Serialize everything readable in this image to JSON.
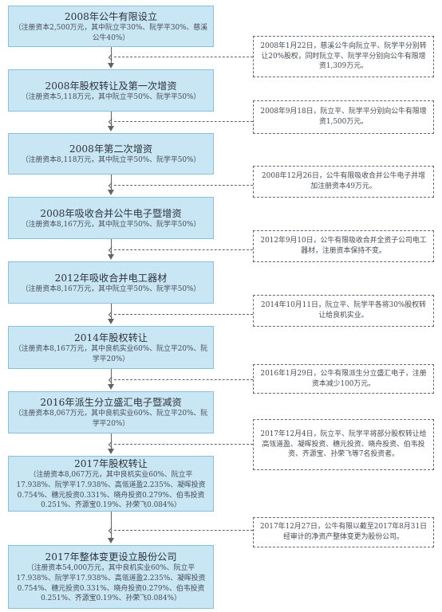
{
  "stages": [
    {
      "title": "2008年公牛有限设立",
      "sub": "（注册资本2,500万元，其中阮立平30%、阮学平30%、慈溪公牛40%）"
    },
    {
      "title": "2008年股权转让及第一次增资",
      "sub": "（注册资本5,118万元，其中阮立平50%、阮学平50%）"
    },
    {
      "title": "2008年第二次增资",
      "sub": "（注册资本8,118万元，其中阮立平50%、阮学平50%）"
    },
    {
      "title": "2008年吸收合并公牛电子暨增资",
      "sub": "（注册资本8,167万元，其中阮立平50%、阮学平50%）"
    },
    {
      "title": "2012年吸收合并电工器材",
      "sub": "（注册资本8,167万元，其中阮立平50%、阮学平50%）"
    },
    {
      "title": "2014年股权转让",
      "sub": "（注册资本8,167万元，其中良机实业60%、阮立平20%、阮学平20%）"
    },
    {
      "title": "2016年派生分立盛汇电子暨减资",
      "sub": "（注册资本8,067万元，其中良机实业60%、阮立平20%、阮学平20%）"
    },
    {
      "title": "2017年股权转让",
      "sub": "（注册资本8,067万元，其中良机实业60%、阮立平17.938%、阮学平17.938%、高瓴道盈2.235%、凝晖投资0.754%、穗元投资0.331%、晓舟投资0.279%、伯韦投资0.251%、齐源宝0.19%、孙荣飞0.084%）"
    },
    {
      "title": "2017年整体变更设立股份公司",
      "sub": "（注册资本54,000万元，其中良机实业60%、阮立平17.938%、阮学平17.938%、高瓴道盈2.235%、凝晖投资0.754%、穗元投资0.331%、晓舟投资0.279%、伯韦投资0.251%、齐源宝0.19%、孙荣飞0.084%）"
    }
  ],
  "notes": [
    "2008年1月22日，慈溪公牛向阮立平、阮学平分别转让20%股权，同时阮立平、阮学平分别向公牛有限增资1,309万元。",
    "2008年9月18日，阮立平、阮学平分别向公牛有限增资1,500万元。",
    "2008年12月26日，公牛有限吸收合并公牛电子并增加注册资本49万元。",
    "2012年9月10日，公牛有限吸收合并全资子公司电工器材，注册资本保持不变。",
    "2014年10月11日，阮立平、阮学平各将30%股权转让给良机实业。",
    "2016年1月29日，公牛有限派生分立盛汇电子，注册资本减少100万元。",
    "2017年12月4日，阮立平、阮学平将部分股权转让给高瓴道盈、凝晖投资、穗元投资、晓舟投资、伯韦投资、齐源宝、孙荣飞等7名投资者。",
    "2017年12月27日，公牛有限以截至2017年8月31日经审计的净资产整体变更为股份公司。"
  ]
}
